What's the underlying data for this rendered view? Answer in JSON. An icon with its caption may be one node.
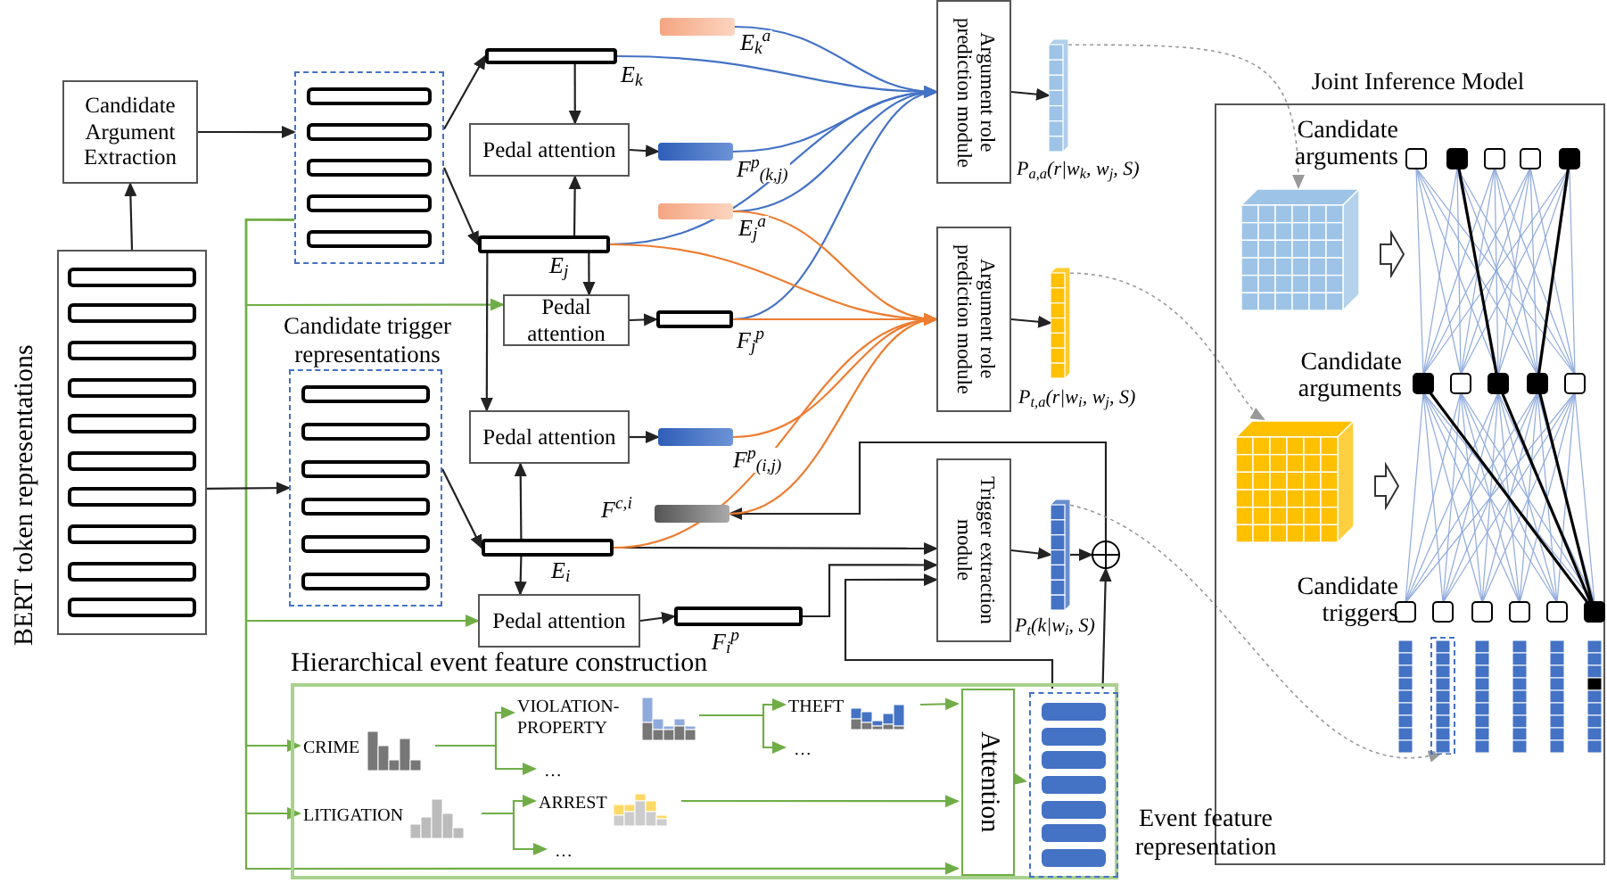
{
  "diagram": {
    "nodes": [
      {
        "text": [
          "Candidate Argument Extraction"
        ]
      },
      {
        "text": [],
        "shape": "box",
        "beside": [
          "BERT token representations"
        ]
      },
      {
        "text": [],
        "shape": "box"
      },
      {
        "text": [],
        "shape": "bar",
        "beside": [
          "E$_{k}$"
        ]
      },
      {
        "text": [],
        "shape": "bar",
        "beside": [
          "E$_{k}$$^{a}$"
        ]
      },
      {
        "text": [
          "Pedal attention"
        ]
      },
      {
        "text": [],
        "shape": "bar",
        "beside": [
          "F$^{p}$$_{(k,j)}$"
        ]
      },
      {
        "text": [],
        "shape": "bar",
        "beside": [
          "E$_{j}$$^{a}$"
        ]
      },
      {
        "text": [],
        "shape": "bar",
        "beside": [
          "E$_{j}$"
        ]
      },
      {
        "text": [
          "Pedal attention"
        ]
      },
      {
        "text": [],
        "shape": "bar",
        "beside": [
          "F$_{j}$$^{p}$"
        ]
      },
      {
        "text": [
          "Argument role prediction module"
        ]
      },
      {
        "text": [],
        "shape": "bar",
        "beside": [
          "P$_{a,a}$(r|w$_{k}$, w$_{j}$, S)"
        ]
      },
      {
        "text": [
          "Argument role prediction module"
        ]
      },
      {
        "text": [],
        "shape": "bar",
        "beside": [
          "P$_{t,a}$(r|w$_{i}$, w$_{j}$, S)"
        ]
      },
      {
        "text": [
          "Candidate trigger representations"
        ]
      },
      {
        "text": [
          "Pedal attention"
        ]
      },
      {
        "text": [],
        "shape": "bar",
        "beside": [
          "F$^{p}$$_{(i,j)}$"
        ]
      },
      {
        "text": [],
        "shape": "bar",
        "beside": [
          "F$^{c,i}$"
        ]
      },
      {
        "text": [],
        "shape": "bar",
        "beside": [
          "E$_{i}$"
        ]
      },
      {
        "text": [
          "Trigger extraction module"
        ]
      },
      {
        "text": [],
        "shape": "bar",
        "beside": [
          "P$_{t}$(k|w$_{i}$, S)"
        ]
      },
      {
        "text": [],
        "shape": "circle"
      },
      {
        "text": [
          "Pedal attention"
        ]
      },
      {
        "text": [],
        "shape": "bar",
        "beside": [
          "F$_{i}$$^{p}$"
        ]
      },
      {
        "text": [
          "Hierarchical event feature construction"
        ]
      },
      {
        "text": [
          "CRIME"
        ],
        "in": 25
      },
      {
        "text": [
          "VIOLATION-PROPERTY"
        ],
        "in": 25
      },
      {
        "text": [
          "…"
        ],
        "in": 25
      },
      {
        "text": [
          "THEFT"
        ],
        "in": 25
      },
      {
        "text": [
          "…"
        ],
        "in": 25
      },
      {
        "text": [
          "LITIGATION"
        ],
        "in": 25
      },
      {
        "text": [
          "ARREST"
        ],
        "in": 25
      },
      {
        "text": [
          "…"
        ],
        "in": 25
      },
      {
        "text": [
          "Attention"
        ],
        "in": 25
      },
      {
        "text": [],
        "shape": "box",
        "in": 25,
        "beside": [
          "Event feature representation"
        ]
      },
      {
        "text": [
          "Joint Inference Model"
        ]
      },
      {
        "text": [],
        "shape": "cube",
        "in": 36
      },
      {
        "text": [],
        "shape": "cube",
        "in": 36
      },
      {
        "text": [],
        "shape": "bar",
        "in": 36
      }
    ],
    "edges": [
      {
        "from": 1,
        "to": 0,
        "arrow": "to"
      },
      {
        "from": 0,
        "to": 2,
        "arrow": "to"
      },
      {
        "from": 2,
        "to": 3,
        "arrow": "to"
      },
      {
        "from": 2,
        "to": 8,
        "arrow": "to"
      },
      {
        "from": 3,
        "to": 5,
        "arrow": "to"
      },
      {
        "from": 8,
        "to": 5,
        "arrow": "to"
      },
      {
        "from": 5,
        "to": 6,
        "arrow": "to"
      },
      {
        "from": 8,
        "to": 9,
        "arrow": "to"
      },
      {
        "from": 9,
        "to": 10,
        "arrow": "to"
      },
      {
        "from": 2,
        "to": 9,
        "arrow": "to",
        "color": "#70ad47"
      },
      {
        "from": 2,
        "to": 23,
        "arrow": "to",
        "color": "#70ad47"
      },
      {
        "from": 2,
        "to": 26,
        "arrow": "to",
        "color": "#70ad47"
      },
      {
        "from": 2,
        "to": 31,
        "arrow": "to",
        "color": "#70ad47"
      },
      {
        "from": 2,
        "to": 34,
        "arrow": "to",
        "color": "#70ad47"
      },
      {
        "from": 1,
        "to": 15,
        "arrow": "to"
      },
      {
        "from": 15,
        "to": 19,
        "arrow": "to"
      },
      {
        "from": 8,
        "to": 16,
        "arrow": "to"
      },
      {
        "from": 19,
        "to": 16,
        "arrow": "to"
      },
      {
        "from": 16,
        "to": 17,
        "arrow": "to"
      },
      {
        "from": 19,
        "to": 23,
        "arrow": "to"
      },
      {
        "from": 23,
        "to": 24,
        "arrow": "to"
      },
      {
        "from": 19,
        "to": 20,
        "arrow": "to"
      },
      {
        "from": 24,
        "to": 20,
        "arrow": "to"
      },
      {
        "from": 35,
        "to": 20,
        "arrow": "to"
      },
      {
        "from": 22,
        "to": 18,
        "arrow": "to"
      },
      {
        "from": 20,
        "to": 21,
        "arrow": "to"
      },
      {
        "from": 21,
        "to": 22,
        "arrow": "to"
      },
      {
        "from": 35,
        "to": 22,
        "arrow": "to"
      },
      {
        "from": 11,
        "to": 12,
        "arrow": "to"
      },
      {
        "from": 13,
        "to": 14,
        "arrow": "to"
      },
      {
        "from": 34,
        "to": 35,
        "arrow": "to",
        "color": "#70ad47"
      },
      {
        "from": 26,
        "to": 27,
        "arrow": "to",
        "color": "#70ad47"
      },
      {
        "from": 26,
        "to": 28,
        "arrow": "to",
        "color": "#70ad47"
      },
      {
        "from": 27,
        "to": 29,
        "arrow": "to",
        "color": "#70ad47"
      },
      {
        "from": 27,
        "to": 30,
        "arrow": "to",
        "color": "#70ad47"
      },
      {
        "from": 31,
        "to": 32,
        "arrow": "to",
        "color": "#70ad47"
      },
      {
        "from": 31,
        "to": 33,
        "arrow": "to",
        "color": "#70ad47"
      },
      {
        "from": 29,
        "to": 34,
        "arrow": "to",
        "color": "#70ad47"
      },
      {
        "from": 32,
        "to": 34,
        "arrow": "to",
        "color": "#70ad47"
      },
      {
        "from": 4,
        "to": 11,
        "arrow": "to",
        "color": "#4472c4"
      },
      {
        "from": 3,
        "to": 11,
        "arrow": "to",
        "color": "#4472c4"
      },
      {
        "from": 6,
        "to": 11,
        "arrow": "to",
        "color": "#4472c4"
      },
      {
        "from": 7,
        "to": 11,
        "arrow": "to",
        "color": "#4472c4"
      },
      {
        "from": 8,
        "to": 11,
        "arrow": "to",
        "color": "#4472c4"
      },
      {
        "from": 10,
        "to": 11,
        "arrow": "to",
        "color": "#4472c4"
      },
      {
        "from": 7,
        "to": 13,
        "arrow": "to",
        "color": "#ed7d31"
      },
      {
        "from": 8,
        "to": 13,
        "arrow": "to",
        "color": "#ed7d31"
      },
      {
        "from": 10,
        "to": 13,
        "arrow": "to",
        "color": "#ed7d31"
      },
      {
        "from": 17,
        "to": 13,
        "arrow": "to",
        "color": "#ed7d31"
      },
      {
        "from": 18,
        "to": 13,
        "arrow": "to",
        "color": "#ed7d31"
      },
      {
        "from": 19,
        "to": 13,
        "arrow": "to",
        "color": "#ed7d31"
      },
      {
        "from": 12,
        "to": 37,
        "arrow": "to",
        "style": "dashed",
        "color": "#999999"
      },
      {
        "from": 14,
        "to": 38,
        "arrow": "to",
        "style": "dashed",
        "color": "#999999"
      },
      {
        "from": 21,
        "to": 39,
        "arrow": "to",
        "style": "dashed",
        "color": "#999999"
      }
    ],
    "labels": [
      "Candidate arguments",
      "Candidate arguments",
      "Candidate triggers"
    ]
  }
}
